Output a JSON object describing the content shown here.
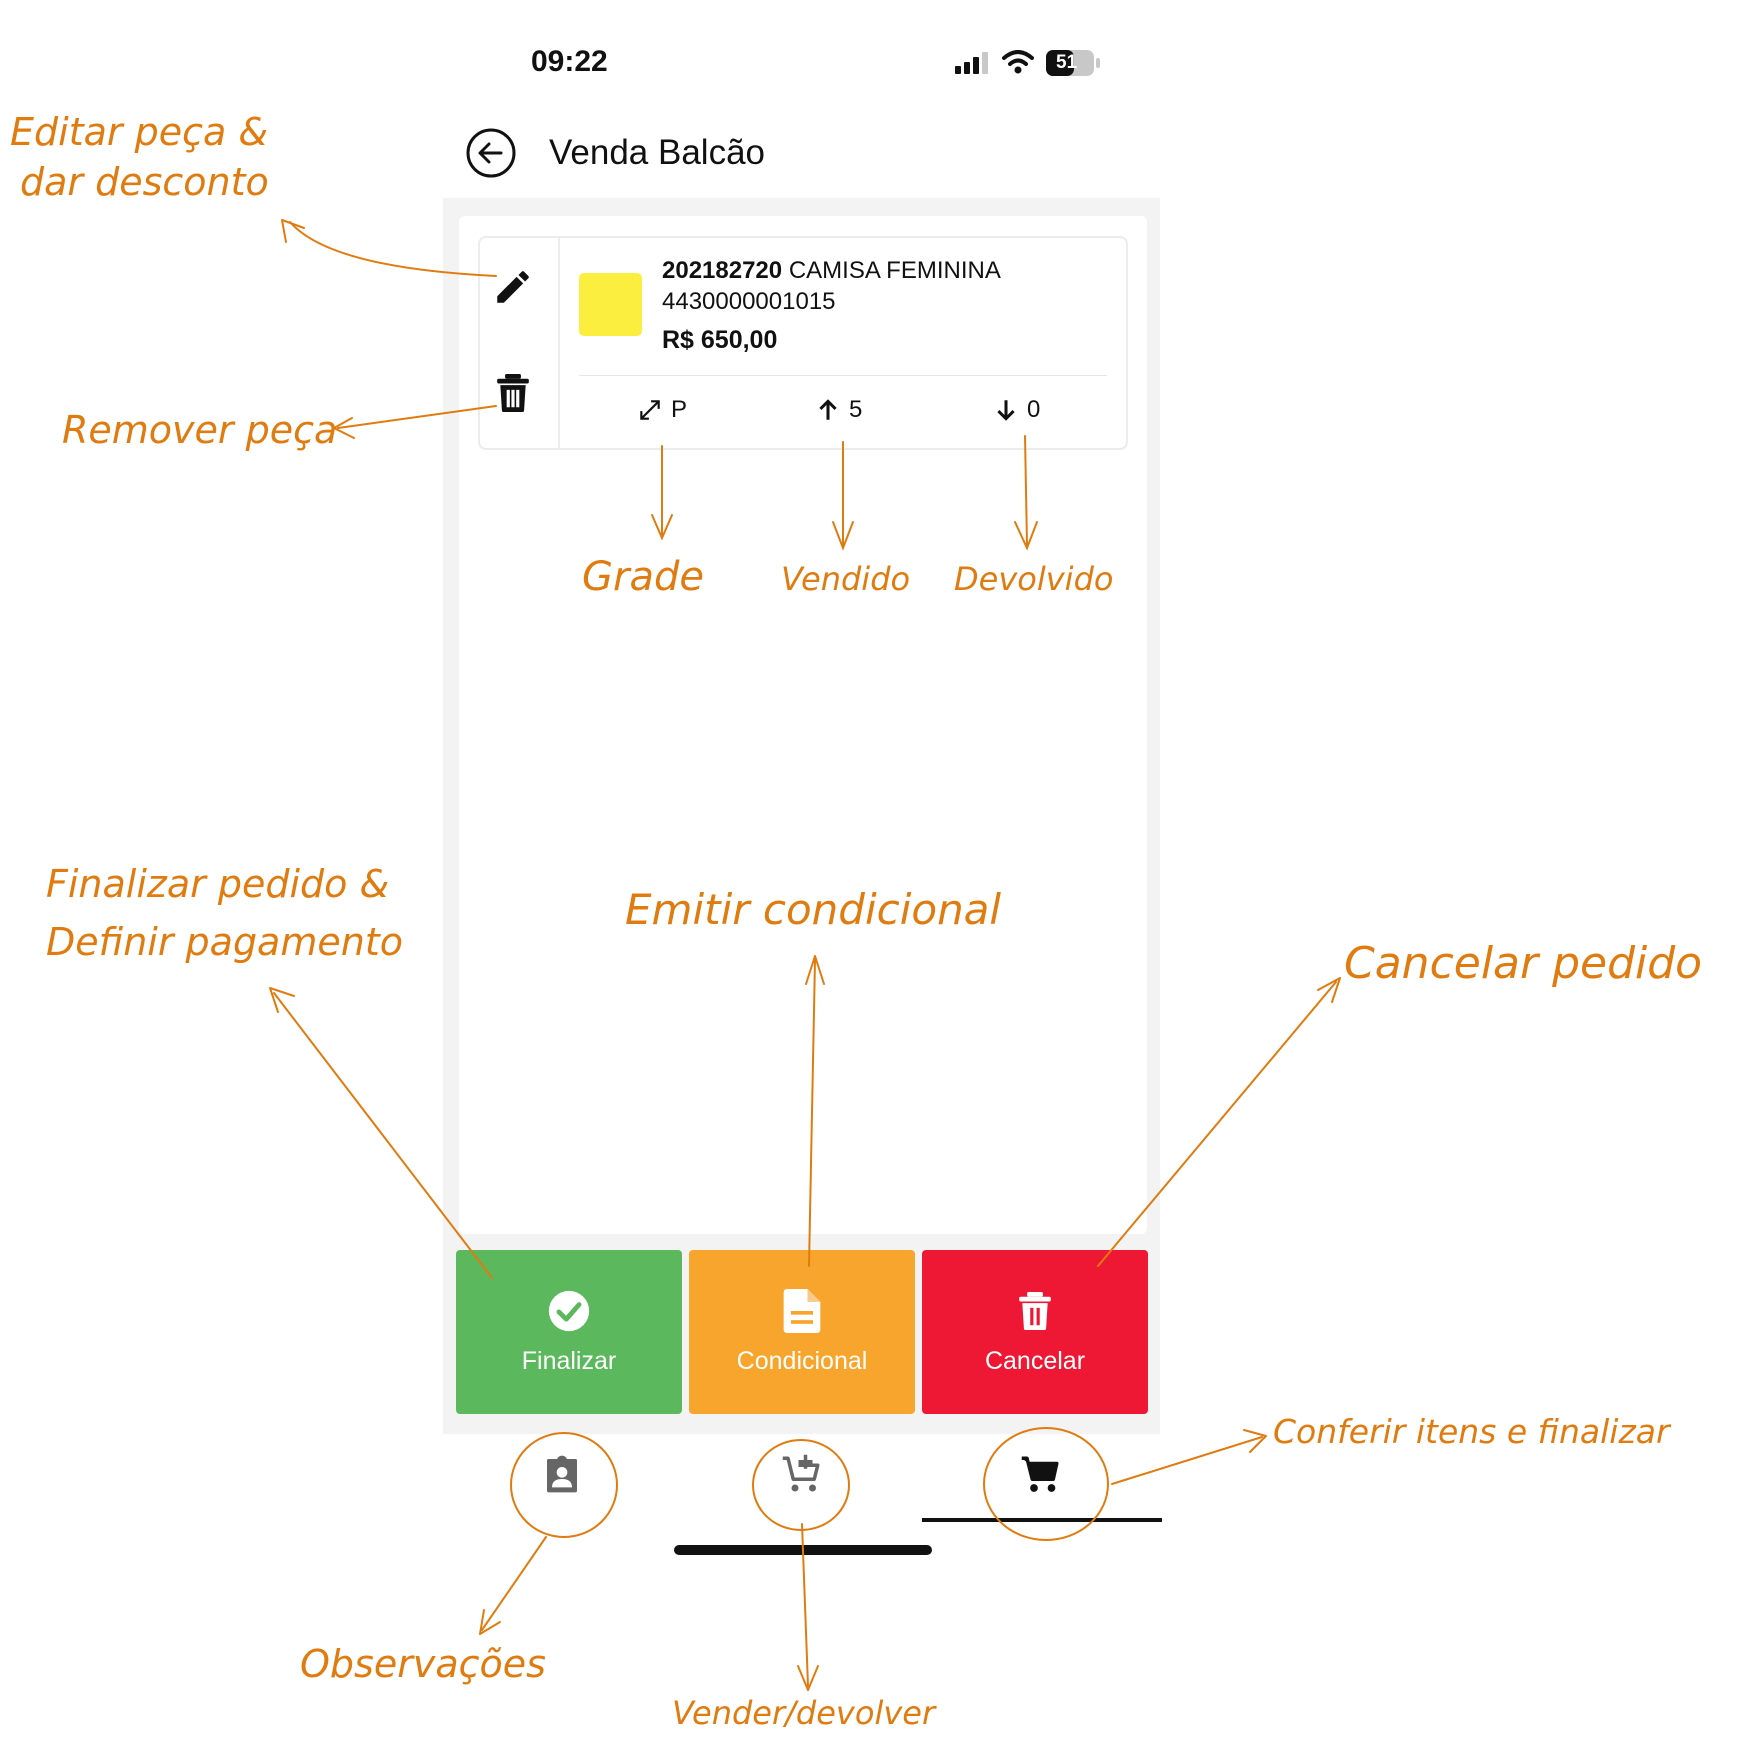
{
  "status_bar": {
    "time": "09:22",
    "battery": "51"
  },
  "header": {
    "title": "Venda Balcão"
  },
  "item": {
    "code": "202182720",
    "name": "CAMISA FEMININA",
    "barcode": "4430000001015",
    "price": "R$ 650,00",
    "color": "#fcee3f",
    "size": "P",
    "sold": "5",
    "returned": "0"
  },
  "actions": {
    "finalize_label": "Finalizar",
    "conditional_label": "Condicional",
    "cancel_label": "Cancelar"
  },
  "annotations": {
    "edit_discount_1": "Editar peça &",
    "edit_discount_2": "dar desconto",
    "remove": "Remover peça",
    "grade": "Grade",
    "sold": "Vendido",
    "returned": "Devolvido",
    "finalize_1": "Finalizar pedido &",
    "finalize_2": "Definir pagamento",
    "conditional": "Emitir condicional",
    "cancel": "Cancelar pedido",
    "review": "Conferir itens e finalizar",
    "notes": "Observações",
    "sell_return": "Vender/devolver"
  },
  "colors": {
    "accent_annotation": "#e07b10",
    "finalize": "#5cb85c",
    "conditional": "#f8a52d",
    "cancel": "#ee1834"
  },
  "icons": [
    "back-arrow-icon",
    "pencil-icon",
    "trash-icon",
    "resize-icon",
    "arrow-up-icon",
    "arrow-down-icon",
    "check-circle-icon",
    "document-icon",
    "clipboard-user-icon",
    "cart-plus-icon",
    "cart-icon",
    "signal-icon",
    "wifi-icon",
    "battery-icon"
  ]
}
